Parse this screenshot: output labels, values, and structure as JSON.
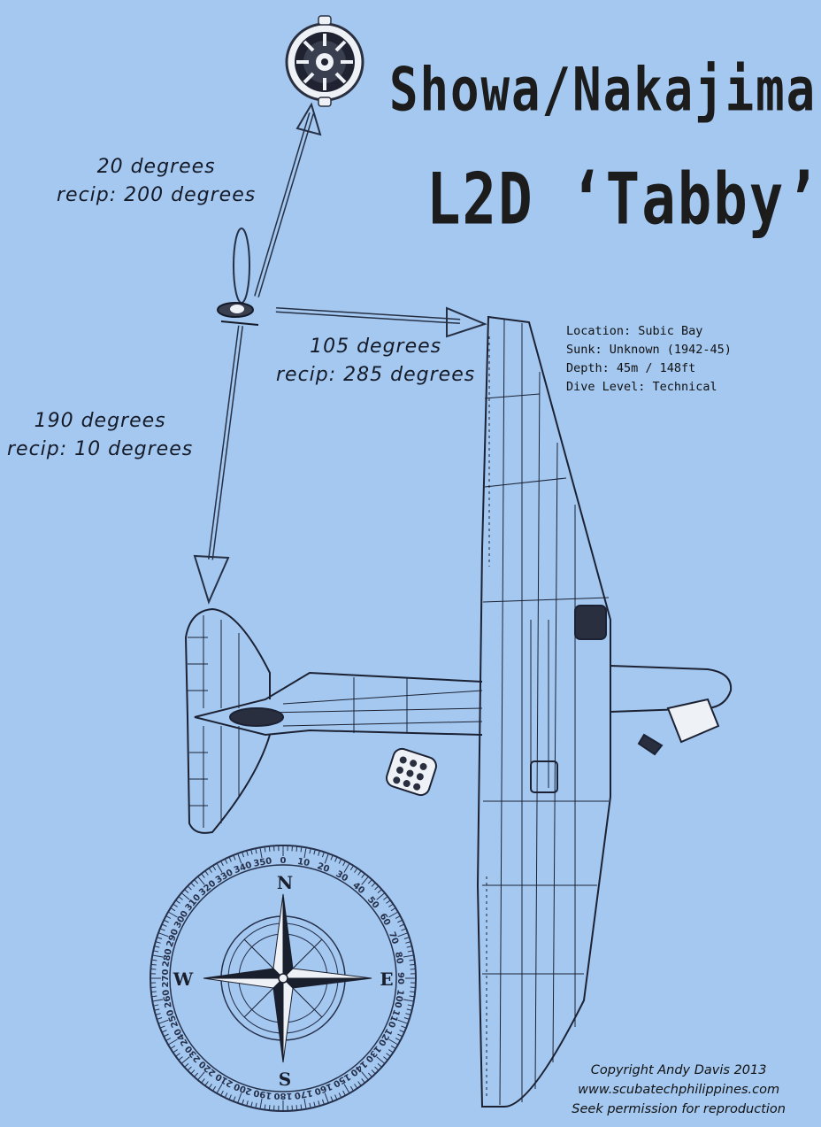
{
  "title": {
    "line1": "Showa/Nakajima",
    "line2": "L2D  ‘Tabby’"
  },
  "bearings": [
    {
      "degrees": "20 degrees",
      "recip": "recip: 200 degrees"
    },
    {
      "degrees": "105 degrees",
      "recip": "recip: 285 degrees"
    },
    {
      "degrees": "190 degrees",
      "recip": "recip: 10 degrees"
    }
  ],
  "info": {
    "location": "Location: Subic Bay",
    "sunk": "Sunk: Unknown (1942-45)",
    "depth": "Depth: 45m / 148ft",
    "dive_level": "Dive Level: Technical"
  },
  "compass": {
    "north": "N",
    "south": "S",
    "east": "E",
    "west": "W",
    "degree_labels": [
      "0",
      "10",
      "20",
      "30",
      "40",
      "50",
      "60",
      "70",
      "80",
      "90",
      "100",
      "110",
      "120",
      "130",
      "140",
      "150",
      "160",
      "170",
      "180",
      "190",
      "200",
      "210",
      "220",
      "230",
      "240",
      "250",
      "260",
      "270",
      "280",
      "290",
      "300",
      "310",
      "320",
      "330",
      "340",
      "350"
    ]
  },
  "credits": {
    "copyright": "Copyright Andy Davis 2013",
    "website": "www.scubatechphilippines.com",
    "permission": "Seek permission for reproduction"
  },
  "colors": {
    "background": "#a4c8f0",
    "ink": "#1c2233"
  },
  "icons": [
    "engine-icon",
    "propeller-icon",
    "aircraft-icon",
    "compass-rose-icon",
    "instrument-panel-icon"
  ]
}
